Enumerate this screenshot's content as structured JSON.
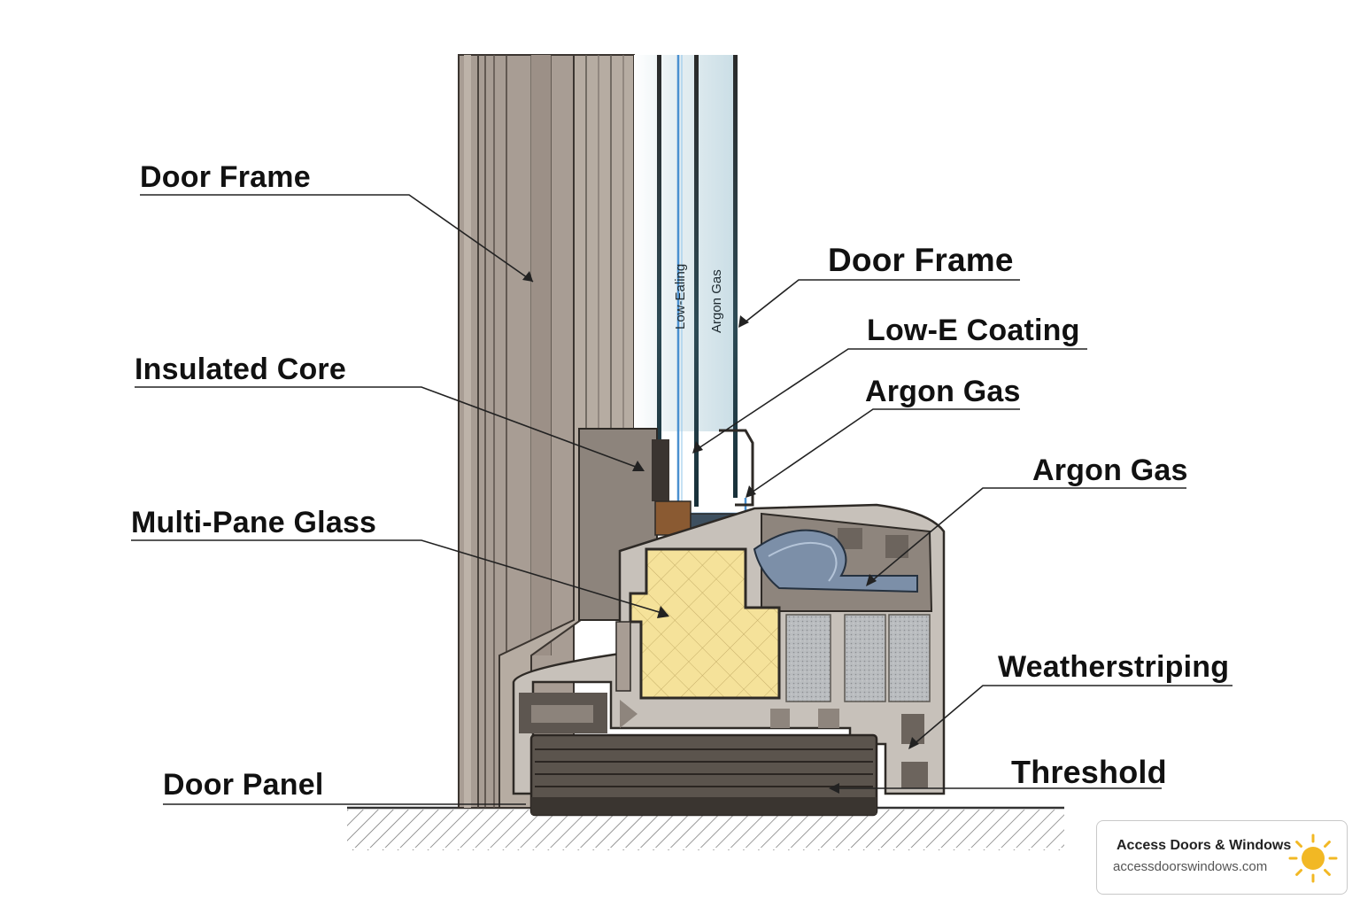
{
  "labels": {
    "door_frame_left": "Door Frame",
    "insulated_core": "Insulated Core",
    "multi_pane_glass": "Multi-Pane Glass",
    "door_panel": "Door Panel",
    "door_frame_right": "Door Frame",
    "low_e_coating": "Low-E Coating",
    "argon_gas_upper": "Argon Gas",
    "argon_gas_lower": "Argon Gas",
    "weatherstriping": "Weatherstriping",
    "threshold": "Threshold"
  },
  "glass_text": {
    "low_e": "Low-Ealing",
    "argon": "Argon Gas"
  },
  "badge": {
    "title": "Access Doors & Windows",
    "url": "accessdoorswindows.com",
    "icon": "sun-icon"
  },
  "colors": {
    "frame": "#a89d94",
    "core": "#f5e29a",
    "glass": "#dbe9ee",
    "low_e": "#4a90d0",
    "gasket": "#7c8fa8",
    "dark": "#3c3833",
    "sun": "#f2b824"
  }
}
